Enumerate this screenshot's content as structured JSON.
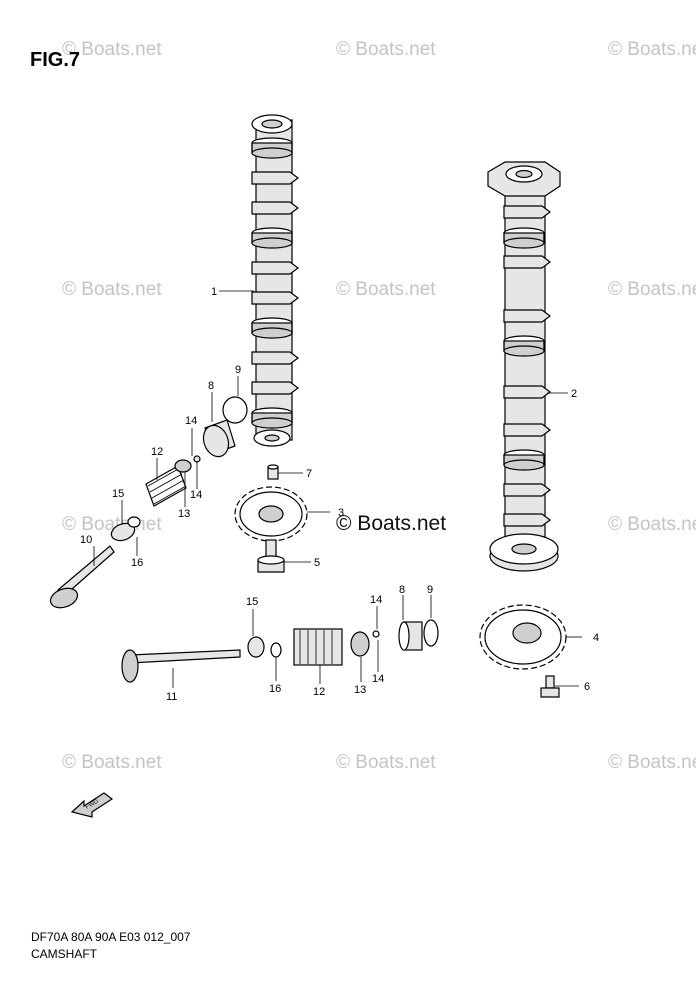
{
  "figure": {
    "title": "FIG.7"
  },
  "watermark": "© Boats.net",
  "callouts": {
    "c1": "1",
    "c2": "2",
    "c3": "3",
    "c4": "4",
    "c5": "5",
    "c6": "6",
    "c7": "7",
    "c8a": "8",
    "c9a": "9",
    "c10": "10",
    "c11": "11",
    "c12a": "12",
    "c13a": "13",
    "c14a": "14",
    "c14b": "14",
    "c15a": "15",
    "c16a": "16",
    "c8b": "8",
    "c9b": "9",
    "c12b": "12",
    "c13b": "13",
    "c14c": "14",
    "c14d": "14",
    "c15b": "15",
    "c16b": "16"
  },
  "fwd_label": "FWD",
  "footer": {
    "model_code": "DF70A 80A 90A E03 012_007",
    "section_name": "CAMSHAFT"
  }
}
